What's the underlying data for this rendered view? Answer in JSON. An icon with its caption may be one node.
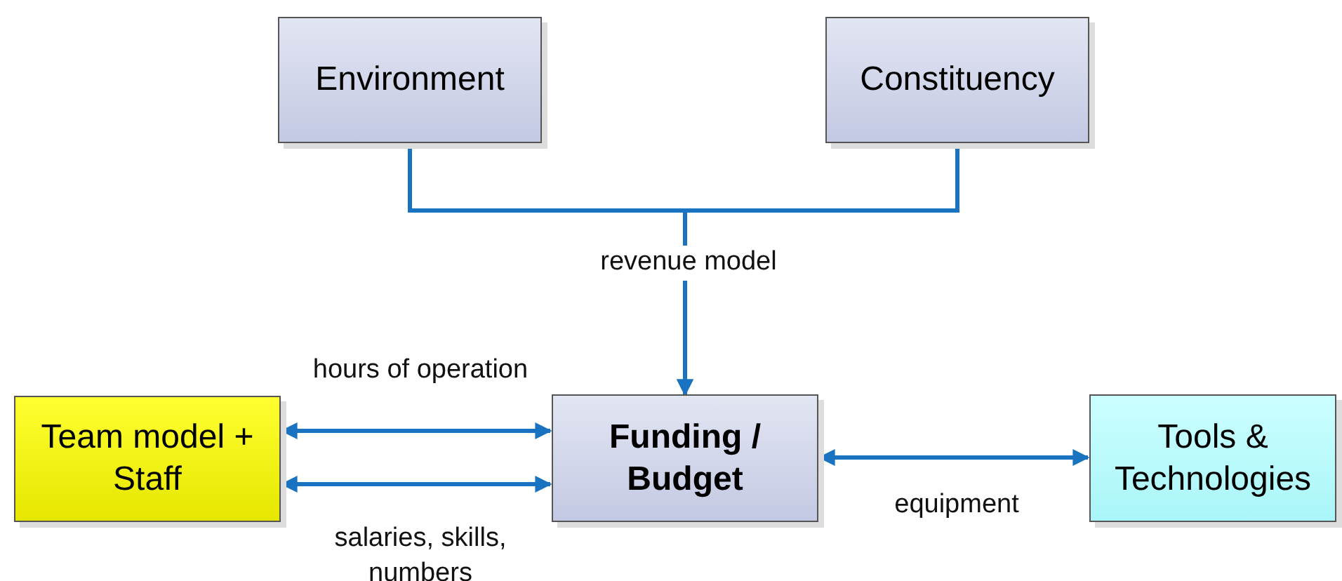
{
  "diagram": {
    "nodes": [
      {
        "text": [
          "Environment"
        ]
      },
      {
        "text": [
          "Constituency"
        ]
      },
      {
        "text": [
          "Team model + Staff"
        ]
      },
      {
        "text": [
          "Funding / Budget"
        ]
      },
      {
        "text": [
          "Tools & Technologies"
        ]
      }
    ],
    "edges": [
      {
        "from": 0,
        "to": 3,
        "arrow": "to",
        "label": "revenue model"
      },
      {
        "from": 1,
        "to": 3,
        "arrow": "to"
      },
      {
        "from": 2,
        "to": 3,
        "arrow": "both",
        "label": "hours of operation"
      },
      {
        "from": 2,
        "to": 3,
        "arrow": "both",
        "label": "salaries, skills, numbers"
      },
      {
        "from": 3,
        "to": 4,
        "arrow": "both",
        "label": "equipment"
      }
    ]
  }
}
